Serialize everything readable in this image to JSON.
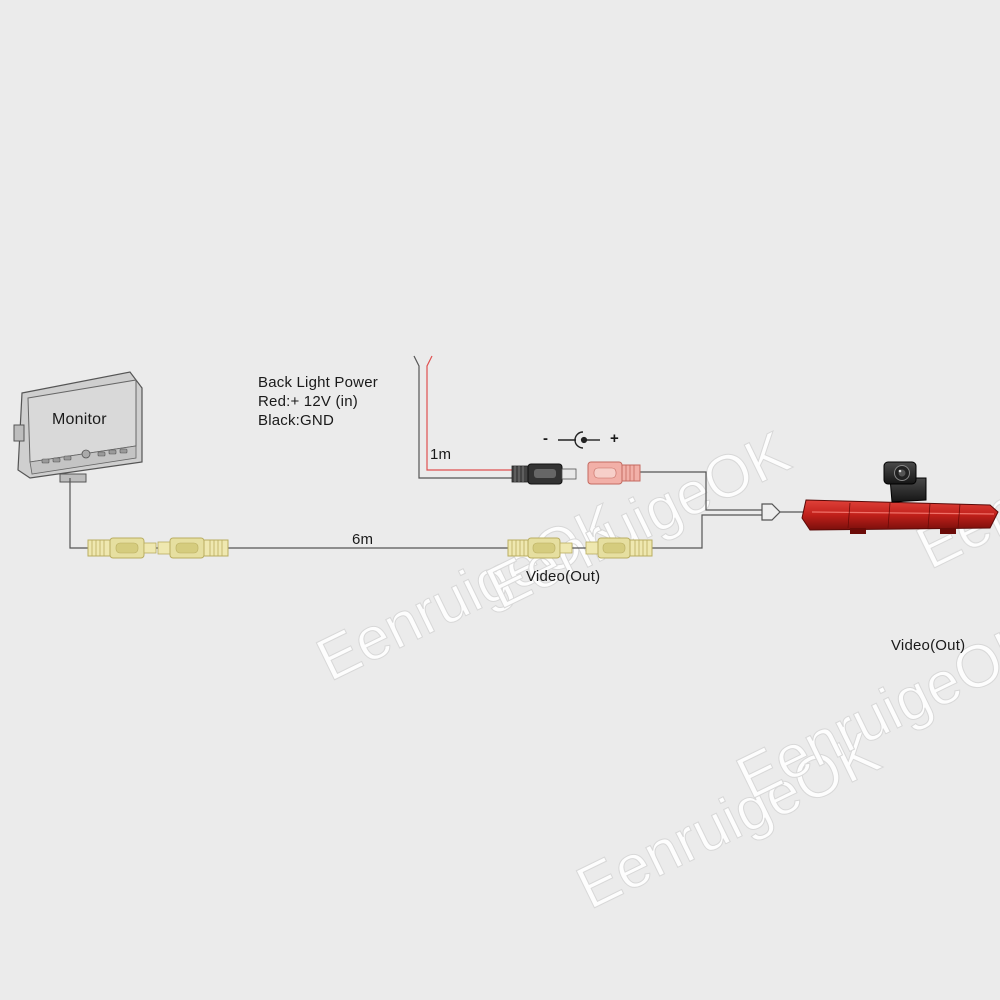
{
  "labels": {
    "monitor": "Monitor",
    "power_title": "Back Light Power",
    "power_red": "Red:+ 12V (in)",
    "power_black": "Black:GND",
    "cable_power_length": "1m",
    "cable_main_length": "6m",
    "video_out_cable": "Video(Out)",
    "video_out_camera": "Video(Out)",
    "polarity_minus": "-",
    "polarity_plus": "+"
  },
  "watermark": "EenruigeOK",
  "colors": {
    "background": "#ebebeb",
    "wire": "#555555",
    "power_wire_red": "#e05050",
    "rca_yellow": "#e6dfa0",
    "dc_female_red": "#f2b0a8",
    "brake_light_red": "#c0201a",
    "watermark": "#ffffff"
  }
}
